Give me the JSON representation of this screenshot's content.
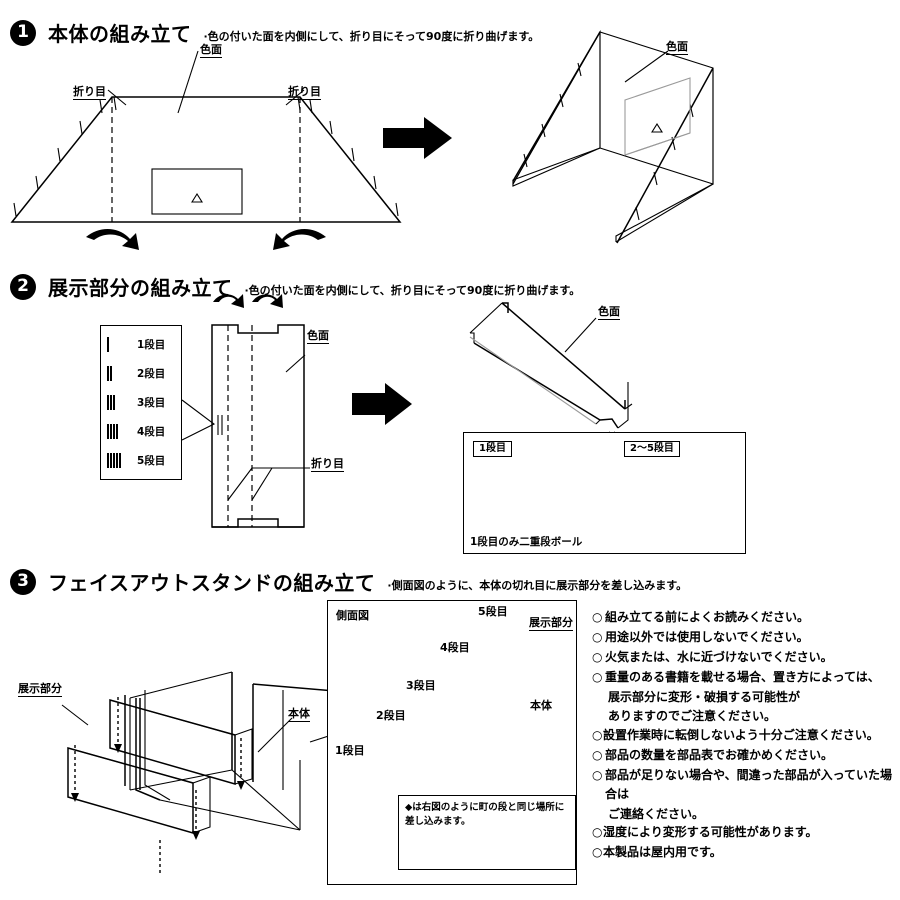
{
  "document": {
    "type": "assembly-instructions",
    "language": "ja"
  },
  "steps": [
    {
      "number": "1",
      "title": "本体の組み立て",
      "note": "·色の付いた面を内側にして、折り目にそって90度に折り曲げます。",
      "labels": {
        "fold_left": "折り目",
        "fold_right": "折り目",
        "color_face_flat": "色面",
        "color_face_folded": "色面",
        "triangle_mark": "△"
      }
    },
    {
      "number": "2",
      "title": "展示部分の組み立て",
      "note": "·色の付いた面を内側にして、折り目にそって90度に折り曲げます。",
      "labels": {
        "color_face_flat": "色面",
        "fold": "折り目",
        "color_face_folded": "色面"
      },
      "tier_legend": [
        {
          "marks": 1,
          "label": "1段目"
        },
        {
          "marks": 2,
          "label": "2段目"
        },
        {
          "marks": 3,
          "label": "3段目"
        },
        {
          "marks": 4,
          "label": "4段目"
        },
        {
          "marks": 5,
          "label": "5段目"
        }
      ],
      "detail": {
        "tag_left": "1段目",
        "tag_right": "2〜5段目",
        "caption": "1段目のみ二重段ボール"
      }
    },
    {
      "number": "3",
      "title": "フェイスアウトスタンドの組み立て",
      "note": "·側面図のように、本体の切れ目に展示部分を差し込みます。",
      "labels": {
        "display_part": "展示部分",
        "main_body": "本体"
      },
      "sideview": {
        "title": "側面図",
        "tiers": [
          "1段目",
          "2段目",
          "3段目",
          "4段目",
          "5段目"
        ],
        "display_part": "展示部分",
        "main_body": "本体",
        "insert_note": "◆は右図のように町の段と同じ場所に差し込みます。"
      }
    }
  ],
  "notices": [
    {
      "bullet": "○",
      "text": "組み立てる前によくお読みください。",
      "continuation": []
    },
    {
      "bullet": "○",
      "text": "用途以外では使用しないでください。",
      "continuation": []
    },
    {
      "bullet": "○",
      "text": "火気または、水に近づけないでください。",
      "continuation": []
    },
    {
      "bullet": "○",
      "text": "重量のある書籍を載せる場合、置き方によっては、",
      "continuation": [
        "展示部分に変形・破損する可能性が",
        "ありますのでご注意ください。"
      ]
    },
    {
      "bullet": "○",
      "text": "設置作業時に転倒しないよう十分ご注意ください。",
      "continuation": []
    },
    {
      "bullet": "○",
      "text": "部品の数量を部品表でお確かめください。",
      "continuation": []
    },
    {
      "bullet": "○",
      "text": "部品が足りない場合や、間違った部品が入っていた場合は",
      "continuation": [
        "ご連絡ください。"
      ]
    },
    {
      "bullet": "○",
      "text": "湿度により変形する可能性があります。",
      "continuation": []
    },
    {
      "bullet": "○",
      "text": "本製品は屋内用です。",
      "continuation": []
    }
  ],
  "colors": {
    "line": "#000000",
    "light_line": "#9a9a9a",
    "background": "#ffffff"
  }
}
